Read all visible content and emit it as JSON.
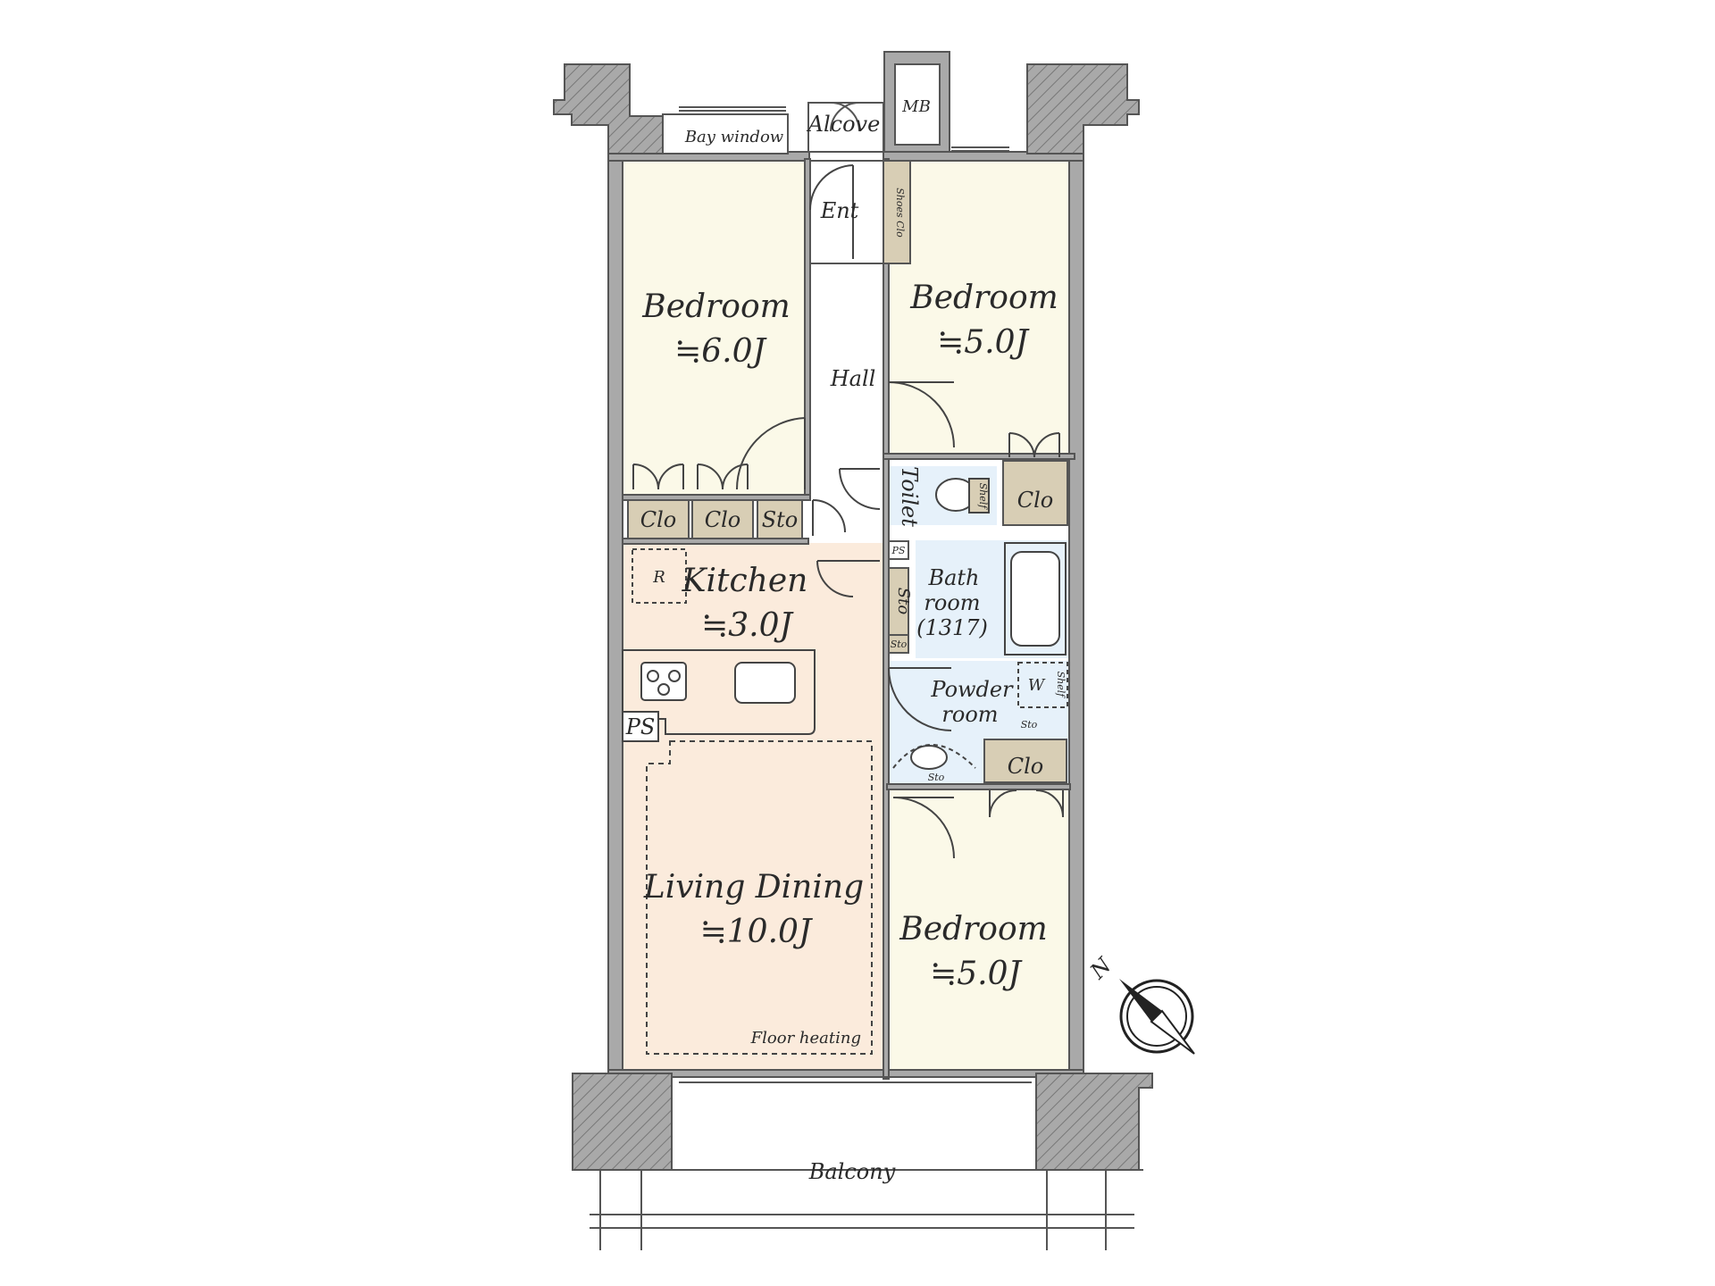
{
  "colors": {
    "wall": "#a9a9a9",
    "wall_edge": "#555555",
    "bedroom_fill": "#fbf9e8",
    "living_fill": "#fbebdc",
    "wet_fill": "#e6f1fa",
    "closet_fill": "#d8ceb5",
    "outline": "#444444"
  },
  "rooms": {
    "bedroom_nw": {
      "name": "Bedroom",
      "area": "≒6.0J"
    },
    "bedroom_ne": {
      "name": "Bedroom",
      "area": "≒5.0J"
    },
    "bedroom_se": {
      "name": "Bedroom",
      "area": "≒5.0J"
    },
    "kitchen": {
      "name": "Kitchen",
      "area": "≒3.0J"
    },
    "living": {
      "name": "Living Dining",
      "area": "≒10.0J",
      "note": "Floor heating"
    },
    "bathroom": {
      "line1": "Bath",
      "line2": "room",
      "line3": "(1317)"
    },
    "powder": {
      "line1": "Powder",
      "line2": "room"
    },
    "hall": "Hall",
    "entrance": "Ent",
    "alcove": "Alcove",
    "bay_window": "Bay window",
    "meter_box": "MB",
    "shoes_closet": "Shoes Clo",
    "toilet": "Toilet",
    "balcony": "Balcony"
  },
  "labels": {
    "clo": "Clo",
    "sto": "Sto",
    "ps": "PS",
    "refrigerator": "R",
    "washer": "W",
    "shelf": "Shelf",
    "north": "N"
  }
}
